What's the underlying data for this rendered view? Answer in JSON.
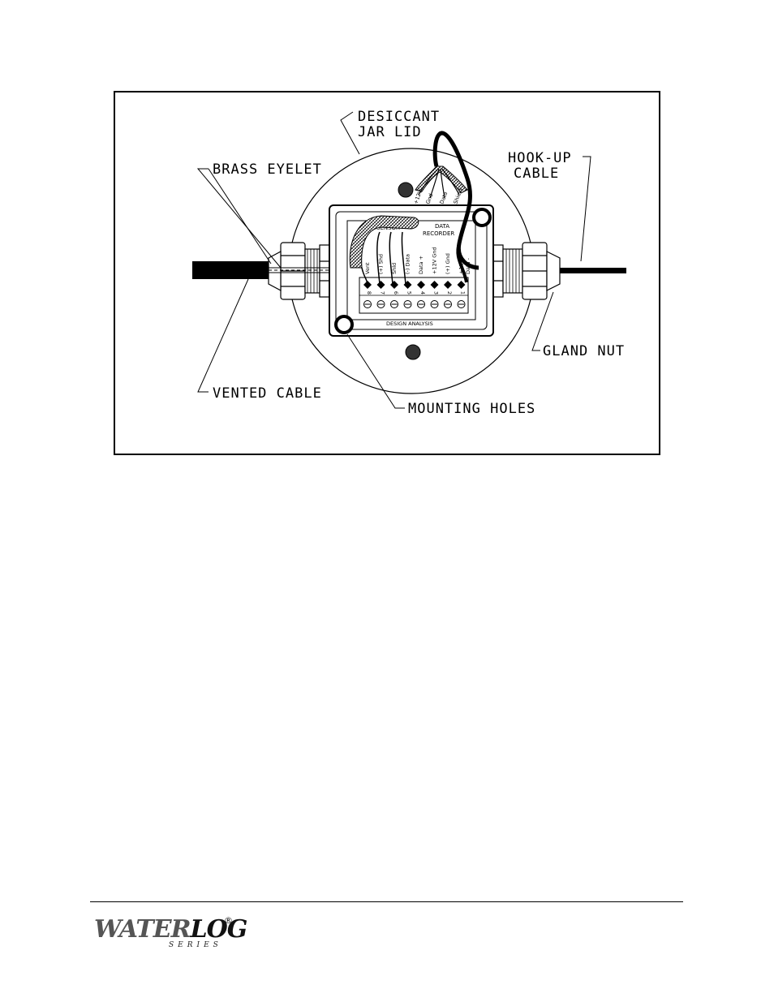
{
  "figure": {
    "labels": {
      "desiccant_line1": "DESICCANT",
      "desiccant_line2": "JAR LID",
      "brass_eyelet": "BRASS EYELET",
      "hookup_line1": "HOOK-UP",
      "hookup_line2": "CABLE",
      "gland_nut": "GLAND NUT",
      "vented_cable": "VENTED CABLE",
      "mounting_holes": "MOUNTING HOLES"
    },
    "board": {
      "sensor_label": "SENSOR",
      "recorder_line1": "DATA",
      "recorder_line2": "RECORDER",
      "brand_text": "DESIGN ANALYSIS",
      "terminal_numbers": [
        "8",
        "7",
        "6",
        "5",
        "4",
        "3",
        "2",
        "1"
      ],
      "sensor_terminals": [
        "Vent",
        "(+) Shd",
        "Shld",
        "(-) Data",
        "Data +",
        "+12V Gnd",
        "(+) Gnd",
        "+12 V"
      ],
      "recorder_terminal": "Data -"
    },
    "hookup_wires": [
      "+12V",
      "Gnd",
      "Data",
      "Shield"
    ]
  },
  "footer": {
    "logo_water": "WATER",
    "logo_log": "LOG",
    "logo_registered": "®",
    "logo_series": "SERIES"
  }
}
